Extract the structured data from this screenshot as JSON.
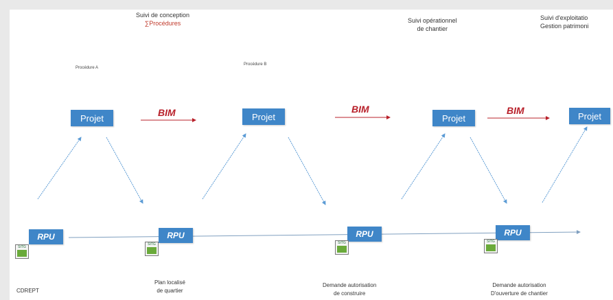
{
  "phases": [
    {
      "line1": "Suivi de conception",
      "line2": "∑Procédures"
    },
    {
      "line1": "Suivi opérationnel",
      "line2": "de chantier"
    },
    {
      "line1": "Suivi d'exploitatio",
      "line2": "Gestion patrimoni"
    }
  ],
  "procedures": {
    "a": "Procédure A",
    "b": "Procédure B"
  },
  "projet_label": "Projet",
  "bim_label": "BIM",
  "rpu_label": "RPU",
  "sitg_label": "SITG",
  "milestones": [
    {
      "line1": "CDREPT",
      "line2": ""
    },
    {
      "line1": "Plan localisé",
      "line2": "de quartier"
    },
    {
      "line1": "Demande autorisation",
      "line2": "de construire"
    },
    {
      "line1": "Demande autorisation",
      "line2": "D'ouverture de chantier"
    }
  ],
  "colors": {
    "box": "#3f86c8",
    "bim": "#b8202a",
    "arrow": "#5b9bd5",
    "timeline": "#7f9fbf"
  }
}
